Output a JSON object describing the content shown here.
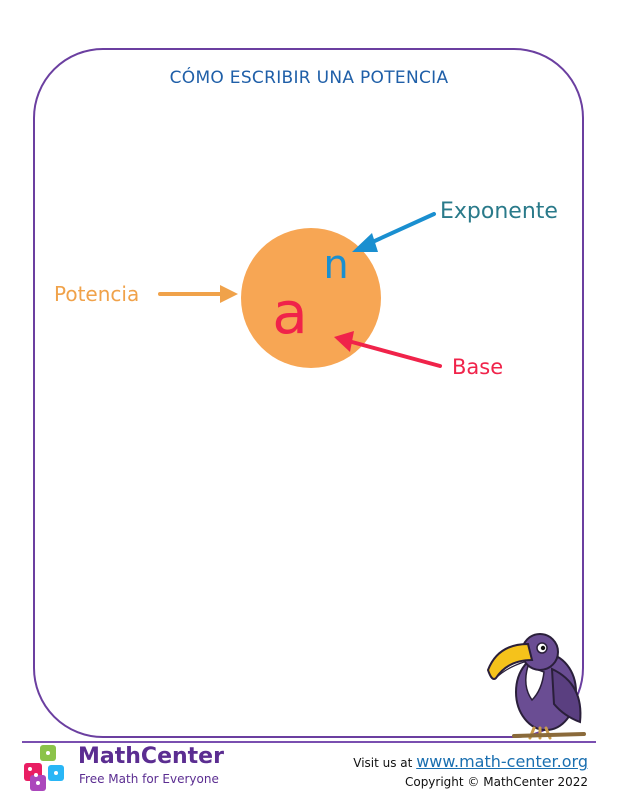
{
  "worksheet": {
    "title": "CÓMO ESCRIBIR UNA POTENCIA"
  },
  "diagram": {
    "base_letter": "a",
    "exponent_letter": "n",
    "label_exponent": "Exponente",
    "label_power": "Potencia",
    "label_base": "Base",
    "colors": {
      "circle": "#f7a654",
      "base": "#f0234a",
      "exponent": "#1a8fd0",
      "exponent_arrow": "#1a8fd0",
      "power_arrow": "#f0a24a",
      "base_arrow": "#f0234a"
    }
  },
  "footer": {
    "brand": "MathCenter",
    "tagline": "Free Math for Everyone",
    "visit_prefix": "Visit us at",
    "url": "www.math-center.org",
    "copyright": "Copyright © MathCenter 2022"
  },
  "icons": [
    "dice-logo-icon",
    "toucan-icon"
  ]
}
